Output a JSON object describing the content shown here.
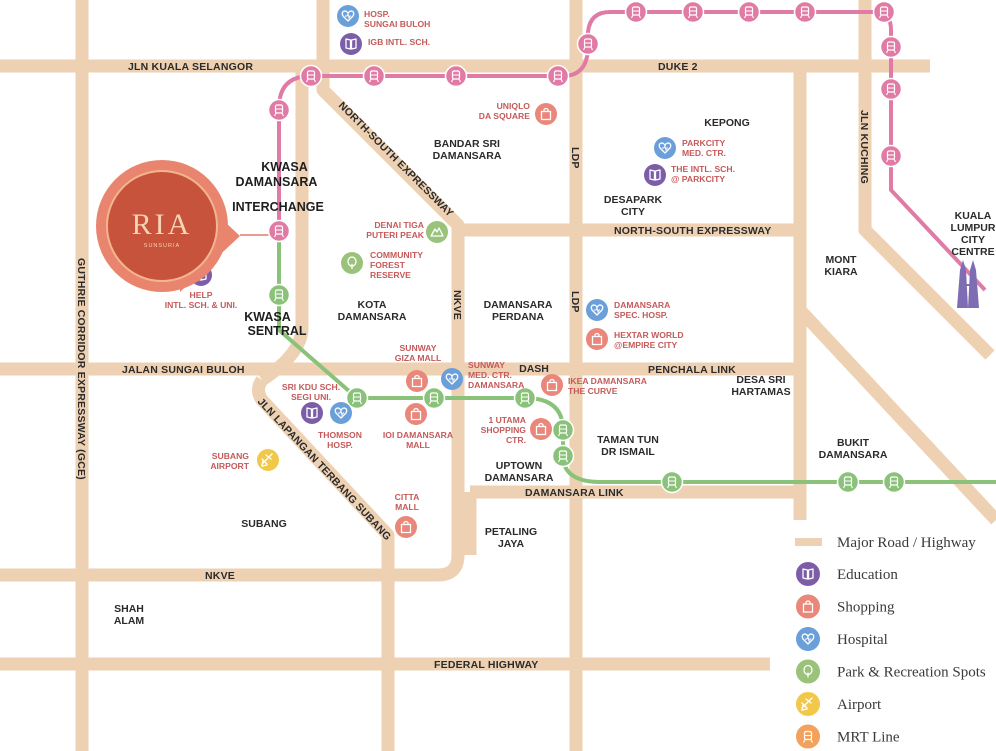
{
  "colors": {
    "road": "#eed1b3",
    "mrt_pink": "#e07ba5",
    "mrt_green": "#8bc27a",
    "education": "#7c5ea8",
    "shopping": "#e9877a",
    "hospital": "#6b9fd9",
    "park": "#9ac27b",
    "airport": "#f1c84a",
    "mrt_icon": "#f2a25c",
    "label_red": "#c55a5a",
    "ria_orange": "#d9604a"
  },
  "roads": {
    "jln_kuala_selangor": "JLN KUALA SELANGOR",
    "duke2": "DUKE 2",
    "north_south_diag": "NORTH-SOUTH EXPRESSWAY",
    "north_south_h": "NORTH-SOUTH EXPRESSWAY",
    "ldp_upper": "LDP",
    "ldp_lower": "LDP",
    "jln_kuching": "JLN KUCHING",
    "nkve_v": "NKVE",
    "nkve_h": "NKVE",
    "jalan_sungai_buloh": "JALAN SUNGAI BULOH",
    "penchala_link": "PENCHALA LINK",
    "guthrie": "GUTHRIE CORRIDOR EXPRESSWAY (GCE)",
    "jln_lapangan": "JLN LAPANGAN TERBANG SUBANG",
    "damansara_link": "DAMANSARA LINK",
    "federal_highway": "FEDERAL HIGHWAY"
  },
  "areas": [
    {
      "id": "kepong",
      "lines": [
        "KEPONG"
      ]
    },
    {
      "id": "bandar-sri-damansara",
      "lines": [
        "BANDAR SRI",
        "DAMANSARA"
      ]
    },
    {
      "id": "desapark-city",
      "lines": [
        "DESAPARK",
        "CITY"
      ]
    },
    {
      "id": "kl-city-centre",
      "lines": [
        "KUALA",
        "LUMPUR",
        "CITY",
        "CENTRE"
      ]
    },
    {
      "id": "mont-kiara",
      "lines": [
        "MONT",
        "KIARA"
      ]
    },
    {
      "id": "kota-damansara",
      "lines": [
        "KOTA",
        "DAMANSARA"
      ]
    },
    {
      "id": "damansara-perdana",
      "lines": [
        "DAMANSARA",
        "PERDANA"
      ]
    },
    {
      "id": "dash",
      "lines": [
        "DASH"
      ]
    },
    {
      "id": "desa-sri-hartamas",
      "lines": [
        "DESA SRI",
        "HARTAMAS"
      ]
    },
    {
      "id": "taman-tun",
      "lines": [
        "TAMAN TUN",
        "DR ISMAIL"
      ]
    },
    {
      "id": "bukit-damansara",
      "lines": [
        "BUKIT",
        "DAMANSARA"
      ]
    },
    {
      "id": "uptown-damansara",
      "lines": [
        "UPTOWN",
        "DAMANSARA"
      ]
    },
    {
      "id": "subang",
      "lines": [
        "SUBANG"
      ]
    },
    {
      "id": "petaling-jaya",
      "lines": [
        "PETALING",
        "JAYA"
      ]
    },
    {
      "id": "shah-alam",
      "lines": [
        "SHAH",
        "ALAM"
      ]
    }
  ],
  "stations": {
    "kwasa_damansara": [
      "KWASA",
      "DAMANSARA",
      "INTERCHANGE"
    ],
    "kwasa_sentral": [
      "KWASA",
      "SENTRAL"
    ]
  },
  "pois": [
    {
      "id": "hosp-sungai-buloh",
      "category": "hospital",
      "lines": [
        "HOSP.",
        "SUNGAI BULOH"
      ]
    },
    {
      "id": "igb-intl-sch",
      "category": "education",
      "lines": [
        "IGB INTL. SCH."
      ]
    },
    {
      "id": "uniqlo-da-square",
      "category": "shopping",
      "lines": [
        "UNIQLO",
        "DA SQUARE"
      ]
    },
    {
      "id": "parkcity-med-ctr",
      "category": "hospital",
      "lines": [
        "PARKCITY",
        "MED. CTR."
      ]
    },
    {
      "id": "intl-sch-parkcity",
      "category": "education",
      "lines": [
        "THE INTL. SCH.",
        "@ PARKCITY"
      ]
    },
    {
      "id": "denai-tiga-puteri",
      "category": "park",
      "lines": [
        "DENAI TIGA",
        "PUTERI PEAK"
      ]
    },
    {
      "id": "community-forest",
      "category": "park",
      "lines": [
        "COMMUNITY",
        "FOREST",
        "RESERVE"
      ]
    },
    {
      "id": "help-intl",
      "category": "education",
      "lines": [
        "HELP",
        "INTL. SCH. & UNI."
      ]
    },
    {
      "id": "damansara-spec-hosp",
      "category": "hospital",
      "lines": [
        "DAMANSARA",
        "SPEC. HOSP."
      ]
    },
    {
      "id": "hextar-world",
      "category": "shopping",
      "lines": [
        "HEXTAR WORLD",
        "@EMPIRE CITY"
      ]
    },
    {
      "id": "sunway-giza",
      "category": "shopping",
      "lines": [
        "SUNWAY",
        "GIZA MALL"
      ]
    },
    {
      "id": "sunway-med-ctr",
      "category": "hospital",
      "lines": [
        "SUNWAY",
        "MED. CTR.",
        "DAMANSARA"
      ]
    },
    {
      "id": "ikea-damansara",
      "category": "shopping",
      "lines": [
        "IKEA DAMANSARA",
        "THE CURVE"
      ]
    },
    {
      "id": "sri-kdu",
      "category": "education",
      "lines": [
        "SRI KDU SCH.",
        "SEGI UNI."
      ]
    },
    {
      "id": "thomson-hosp",
      "category": "hospital",
      "lines": [
        "THOMSON",
        "HOSP."
      ]
    },
    {
      "id": "ioi-damansara",
      "category": "shopping",
      "lines": [
        "IOI DAMANSARA",
        "MALL"
      ]
    },
    {
      "id": "1-utama",
      "category": "shopping",
      "lines": [
        "1 UTAMA",
        "SHOPPING",
        "CTR."
      ]
    },
    {
      "id": "subang-airport",
      "category": "airport",
      "lines": [
        "SUBANG",
        "AIRPORT"
      ]
    },
    {
      "id": "citta-mall",
      "category": "shopping",
      "lines": [
        "CITTA",
        "MALL"
      ]
    }
  ],
  "brand": {
    "name": "RIA",
    "sub": "SUNSURIA"
  },
  "legend": {
    "road": "Major Road / Highway",
    "items": [
      {
        "category": "education",
        "label": "Education",
        "icon": "book-icon"
      },
      {
        "category": "shopping",
        "label": "Shopping",
        "icon": "shopping-bag-icon"
      },
      {
        "category": "hospital",
        "label": "Hospital",
        "icon": "heart-icon"
      },
      {
        "category": "park",
        "label": "Park & Recreation Spots",
        "icon": "tree-icon"
      },
      {
        "category": "airport",
        "label": "Airport",
        "icon": "plane-icon"
      },
      {
        "category": "mrt",
        "label": "MRT Line",
        "icon": "train-icon"
      }
    ]
  }
}
